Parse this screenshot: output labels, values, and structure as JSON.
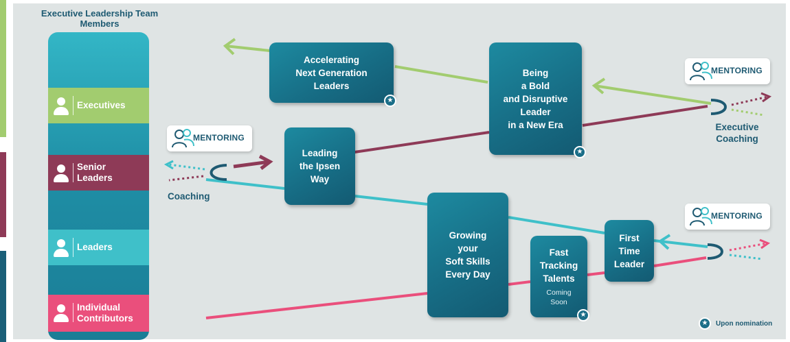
{
  "diagram": {
    "title": "Executive Leadership Team Members",
    "levels": [
      {
        "label": "Executives",
        "color": "#a2cc6f"
      },
      {
        "label": "Senior Leaders",
        "color": "#8e3a57"
      },
      {
        "label": "Leaders",
        "color": "#3fc0c9"
      },
      {
        "label": "Individual Contributors",
        "color": "#ea4f7c"
      }
    ],
    "programs": {
      "accelerating": {
        "label": "Accelerating Next Generation Leaders",
        "lines": [
          "Accelerating",
          "Next Generation",
          "Leaders"
        ],
        "nomination": true
      },
      "bold": {
        "label": "Being a Bold and Disruptive Leader in a New Era",
        "lines": [
          "Being",
          "a Bold",
          "and Disruptive",
          "Leader",
          "in a New Era"
        ],
        "nomination": true
      },
      "ipsen": {
        "label": "Leading the Ipsen Way",
        "lines": [
          "Leading",
          "the Ipsen",
          "Way"
        ],
        "nomination": false
      },
      "soft": {
        "label": "Growing your Soft Skills Every Day",
        "lines": [
          "Growing",
          "your",
          "Soft Skills",
          "Every Day"
        ],
        "nomination": false
      },
      "fast": {
        "label": "Fast Tracking Talents",
        "lines": [
          "Fast",
          "Tracking",
          "Talents"
        ],
        "note": [
          "Coming",
          "Soon"
        ],
        "nomination": true
      },
      "first": {
        "label": "First Time Leader",
        "lines": [
          "First",
          "Time",
          "Leader"
        ],
        "nomination": false
      }
    },
    "mentoring_label": "MENTORING",
    "coaching_label": "Coaching",
    "executive_coaching_label": [
      "Executive",
      "Coaching"
    ],
    "legend": {
      "label": "Upon nomination",
      "icon": "star-icon"
    },
    "colors": {
      "green": "#a2cc6f",
      "maroon": "#8e3a57",
      "teal": "#3fc0c9",
      "pink": "#ea4f7c",
      "navy": "#1e5a72",
      "box": "#176e86"
    }
  }
}
